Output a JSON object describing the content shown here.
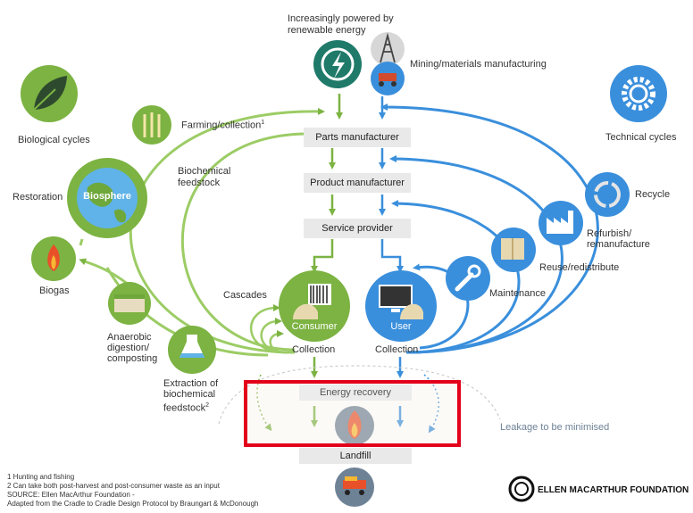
{
  "top": {
    "renewable_label_line1": "Increasingly powered by",
    "renewable_label_line2": "renewable energy",
    "mining_label": "Mining/materials manufacturing"
  },
  "left": {
    "biological_cycles": "Biological cycles",
    "farming_collection": "Farming/collection",
    "farming_note": "1",
    "biochemical_feedstock_line1": "Biochemical",
    "biochemical_feedstock_line2": "feedstock",
    "restoration": "Restoration",
    "biosphere": "Biosphere",
    "biogas": "Biogas",
    "cascades": "Cascades",
    "anaerobic_line1": "Anaerobic",
    "anaerobic_line2": "digestion/",
    "anaerobic_line3": "composting",
    "extraction_line1": "Extraction of",
    "extraction_line2": "biochemical",
    "extraction_line3": "feedstock",
    "extraction_note": "2"
  },
  "center": {
    "parts_manufacturer": "Parts manufacturer",
    "product_manufacturer": "Product manufacturer",
    "service_provider": "Service provider",
    "consumer": "Consumer",
    "user": "User",
    "collection_left": "Collection",
    "collection_right": "Collection",
    "energy_recovery": "Energy recovery",
    "landfill": "Landfill",
    "leakage": "Leakage to be minimised"
  },
  "right": {
    "technical_cycles": "Technical cycles",
    "recycle": "Recycle",
    "refurbish_line1": "Refurbish/",
    "refurbish_line2": "remanufacture",
    "reuse": "Reuse/redistribute",
    "maintenance": "Maintenance"
  },
  "footnotes": {
    "note1": "1  Hunting and fishing",
    "note2": "2  Can take both post-harvest and post-consumer waste as an input",
    "source": "SOURCE: Ellen MacArthur Foundation -",
    "adapted": "Adapted from the Cradle to Cradle Design Protocol by Braungart & McDonough"
  },
  "logo": {
    "text": "ELLEN MACARTHUR FOUNDATION"
  },
  "colors": {
    "green": "#7cb342",
    "blue": "#3a8fdc",
    "dark_teal": "#1f7a6a",
    "gray_box": "#e9e9e9",
    "highlight_red": "#e3001b"
  }
}
